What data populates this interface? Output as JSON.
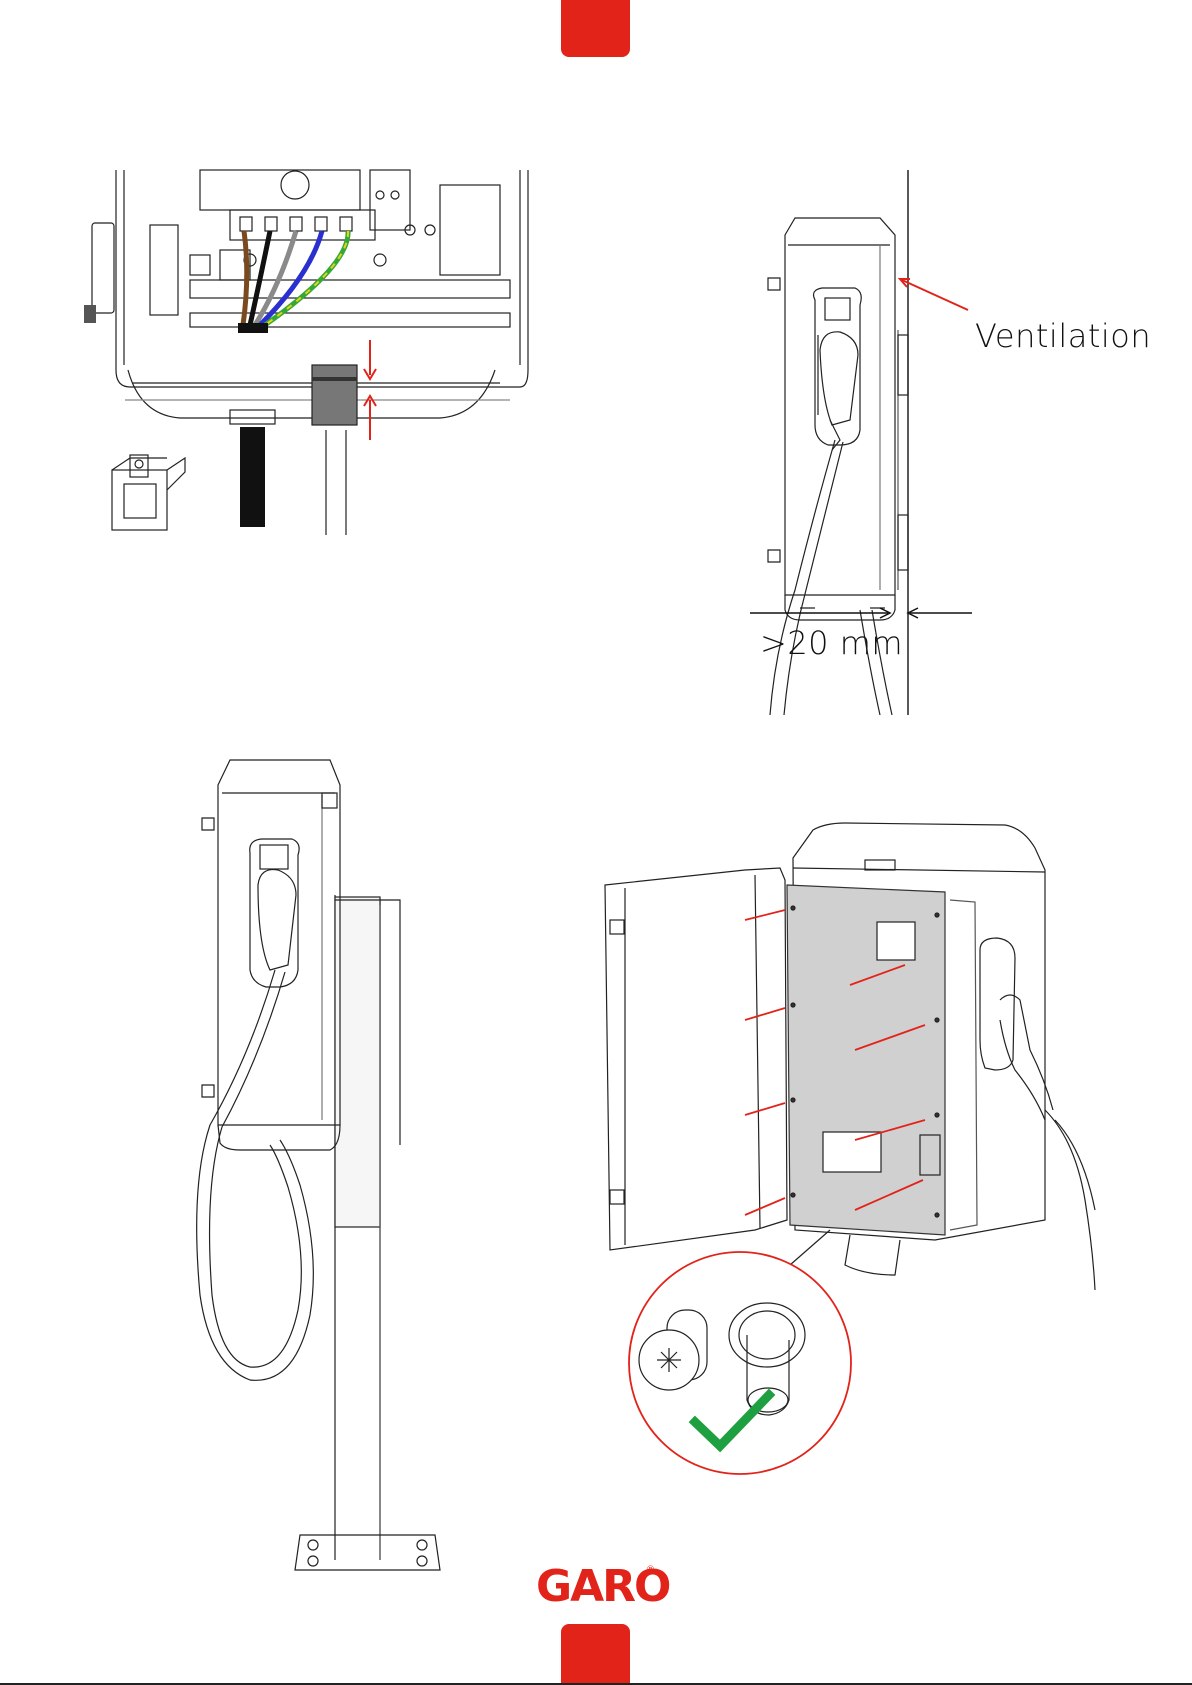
{
  "callouts": {
    "ventilation": "Ventilation",
    "clearance": ">20 mm"
  },
  "brand": {
    "name": "GARO",
    "registered": "®",
    "color": "#e2231a"
  },
  "colors": {
    "accent": "#e2231a",
    "check": "#1fa040",
    "cable_brown": "#7a4a1e",
    "cable_black": "#111111",
    "cable_grey": "#8a8a8a",
    "cable_blue": "#2a2fd0",
    "cable_earth_green": "#35a835",
    "cable_earth_yellow": "#e7d21c",
    "inner_panel": "#d0d0d0"
  },
  "icons": {
    "check": "check-icon",
    "arrow": "red-arrow"
  }
}
